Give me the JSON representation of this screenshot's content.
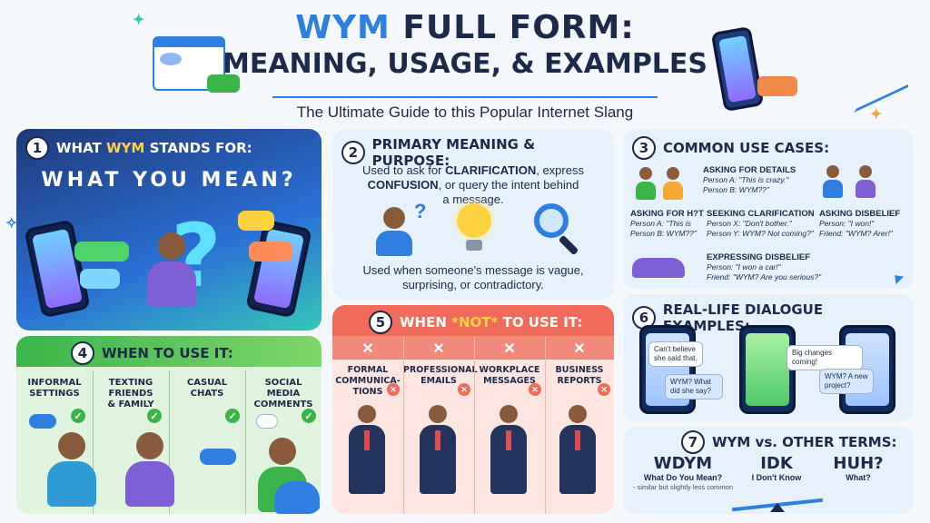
{
  "header": {
    "title_acc": "WYM",
    "title_rest": " FULL FORM:",
    "title_line2": "MEANING, USAGE, & EXAMPLES",
    "subtitle": "The Ultimate Guide to this Popular Internet Slang"
  },
  "sections": {
    "s1": {
      "num": "1",
      "pre": "WHAT ",
      "acc": "WYM",
      "post": " STANDS FOR:",
      "big": "WHAT YOU MEAN?"
    },
    "s2": {
      "num": "2",
      "title": "PRIMARY MEANING & PURPOSE:",
      "line_a": "Used to ask for ",
      "b1": "CLARIFICATION",
      "line_b": ", express",
      "b2": "CONFUSION",
      "line_c": ", or query the intent behind",
      "line_d": "a message.",
      "bottom": "Used when someone's message is vague, surprising, or contradictory."
    },
    "s3": {
      "num": "3",
      "title": "COMMON USE CASES:",
      "c1_title": "ASKING FOR DETAILS",
      "c1_a": "Person A: \"This is crazy.\"",
      "c1_b": "Person B: WYM??\"",
      "c2_title": "ASKING FOR H?T",
      "c2_a": "Person A: \"This is",
      "c2_b": "Person B: WYM??\"",
      "c3_title": "SEEKING CLARIFICATION",
      "c3_a": "Person X: \"Don't bother.\"",
      "c3_b": "Person Y: WYM? Not coming?\"",
      "c4_title": "ASKING DISBELIEF",
      "c4_a": "Person: \"I won!\"",
      "c4_b": "Friend: \"WYM? Arer!\"",
      "c5_title": "EXPRESSING DISBELIEF",
      "c5_a": "Person: \"I won a car!\"",
      "c5_b": "Friend: \"WYM? Are you serious?\""
    },
    "s4": {
      "num": "4",
      "title": "WHEN TO USE IT:",
      "cols": [
        "INFORMAL\nSETTINGS",
        "TEXTING\nFRIENDS\n& FAMILY",
        "CASUAL\nCHATS",
        "SOCIAL\nMEDIA\nCOMMENTS"
      ]
    },
    "s5": {
      "num": "5",
      "pre": "WHEN ",
      "acc": "*NOT*",
      "post": " TO USE IT:",
      "cols": [
        "FORMAL\nCOMMUNICA-\nTIONS",
        "PROFESSIONAL\nEMAILS",
        "WORKPLACE\nMESSAGES",
        "BUSINESS\nREPORTS"
      ]
    },
    "s6": {
      "num": "6",
      "title": "REAL-LIFE DIALOGUE EXAMPLES:",
      "m1": "Can't believe she said that.",
      "m2": "WYM? What did she say?",
      "m3": "Big changes coming!",
      "m4": "WYM? A new project?"
    },
    "s7": {
      "num": "7",
      "title": "WYM vs. OTHER TERMS:",
      "t1_word": "WDYM",
      "t1_mean": "What Do You Mean?",
      "t1_note": "- similar but slightly less common",
      "t2_word": "IDK",
      "t2_mean": "I Don't Know",
      "t3_word": "HUH?",
      "t3_mean": "What?"
    }
  },
  "glyphs": {
    "check": "✓",
    "cross": "✕",
    "question": "?",
    "star": "✦",
    "sparkle": "✧"
  },
  "colors": {
    "accent": "#2f7fe0",
    "green": "#3bb54a",
    "red": "#f06b5a",
    "navy": "#1d2a4a"
  }
}
